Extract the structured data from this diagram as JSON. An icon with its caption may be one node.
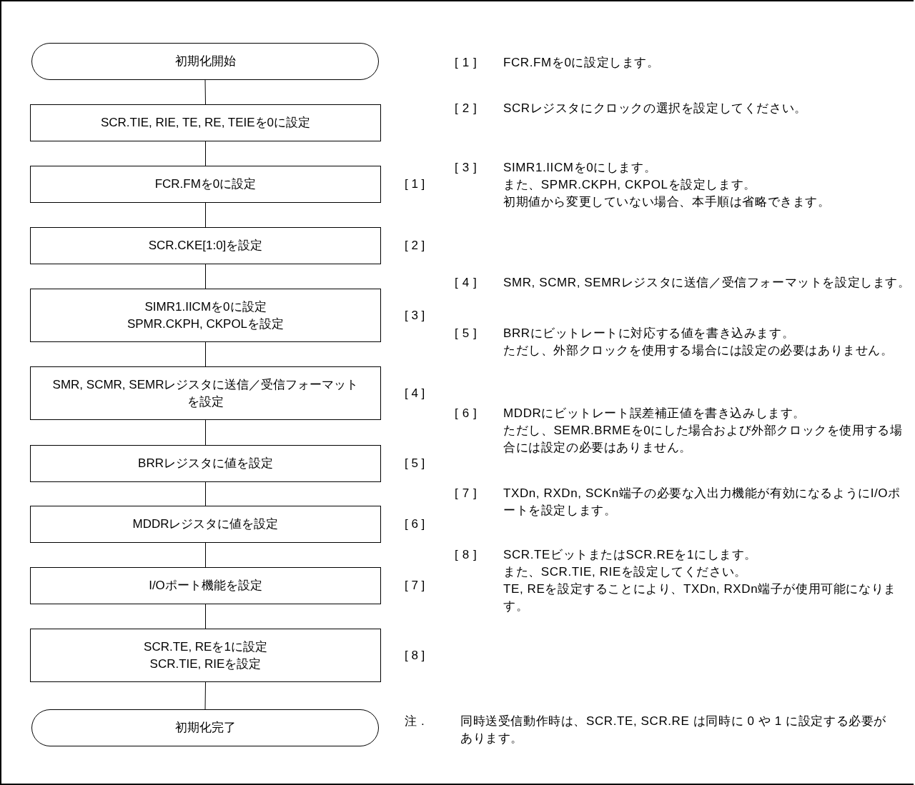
{
  "diagram": {
    "nodes": [
      {
        "text": [
          "初期化開始"
        ]
      },
      {
        "text": [
          "SCR.TIE, RIE, TE, RE, TEIEを0に設定"
        ]
      },
      {
        "text": [
          "FCR.FMを0に設定"
        ],
        "beside": [
          "[ 1 ]"
        ]
      },
      {
        "text": [
          "SCR.CKE[1:0]を設定"
        ],
        "beside": [
          "[ 2 ]"
        ]
      },
      {
        "text": [
          "SIMR1.IICMを0に設定",
          "SPMR.CKPH, CKPOLを設定"
        ],
        "beside": [
          "[ 3 ]"
        ]
      },
      {
        "text": [
          "SMR, SCMR, SEMRレジスタに送信／受信フォーマットを設定"
        ],
        "beside": [
          "[ 4 ]"
        ]
      },
      {
        "text": [
          "BRRレジスタに値を設定"
        ],
        "beside": [
          "[ 5 ]"
        ]
      },
      {
        "text": [
          "MDDRレジスタに値を設定"
        ],
        "beside": [
          "[ 6 ]"
        ]
      },
      {
        "text": [
          "I/Oポート機能を設定"
        ],
        "beside": [
          "[ 7 ]"
        ]
      },
      {
        "text": [
          "SCR.TE, REを1に設定",
          "SCR.TIE, RIEを設定"
        ],
        "beside": [
          "[ 8 ]"
        ]
      },
      {
        "text": [
          "初期化完了"
        ]
      }
    ],
    "edges": [
      {
        "from": 0,
        "to": 1,
        "arrow": "none"
      },
      {
        "from": 1,
        "to": 2,
        "arrow": "none"
      },
      {
        "from": 2,
        "to": 3,
        "arrow": "none"
      },
      {
        "from": 3,
        "to": 4,
        "arrow": "none"
      },
      {
        "from": 4,
        "to": 5,
        "arrow": "none"
      },
      {
        "from": 5,
        "to": 6,
        "arrow": "none"
      },
      {
        "from": 6,
        "to": 7,
        "arrow": "none"
      },
      {
        "from": 7,
        "to": 8,
        "arrow": "none"
      },
      {
        "from": 8,
        "to": 9,
        "arrow": "none"
      },
      {
        "from": 9,
        "to": 10,
        "arrow": "none"
      }
    ],
    "labels": [
      "[ 1 ]",
      "FCR.FMを0に設定します。",
      "[ 2 ]",
      "SCRレジスタにクロックの選択を設定してください。",
      "[ 3 ]",
      "SIMR1.IICMを0にします。",
      "また、SPMR.CKPH, CKPOLを設定します。",
      "初期値から変更していない場合、本手順は省略できます。",
      "[ 4 ]",
      "SMR, SCMR, SEMRレジスタに送信／受信フォーマットを設定します。",
      "[ 5 ]",
      "BRRにビットレートに対応する値を書き込みます。",
      "ただし、外部クロックを使用する場合には設定の必要はありません。",
      "[ 6 ]",
      "MDDRにビットレート誤差補正値を書き込みします。",
      "ただし、SEMR.BRMEを0にした場合および外部クロックを使用する場合には設定の必要はありません。",
      "[ 7 ]",
      "TXDn, RXDn, SCKn端子の必要な入出力機能が有効になるようにI/Oポートを設定します。",
      "[ 8 ]",
      "SCR.TEビットまたはSCR.REを1にします。",
      "また、SCR.TIE, RIEを設定してください。",
      "TE, REを設定することにより、TXDn, RXDn端子が使用可能になります。",
      "注 .",
      "同時送受信動作時は、SCR.TE, SCR.RE は同時に 0 や 1 に設定する必要があります。"
    ]
  }
}
